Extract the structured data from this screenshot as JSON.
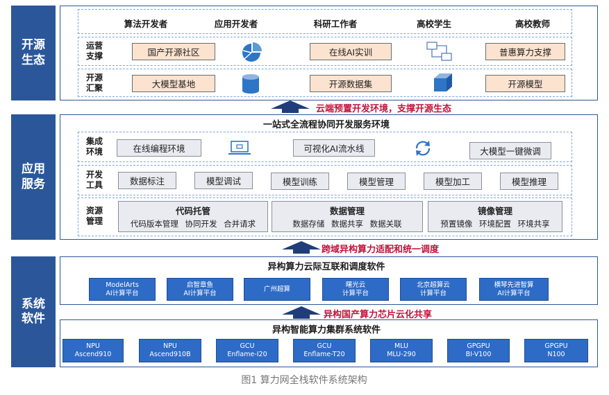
{
  "colors": {
    "layer": "#2b579a",
    "arrow": "#c0143c",
    "orange_box": "#fbe3cf",
    "gray_box": "#e9ebf0",
    "blue_box": "#2e6bc6"
  },
  "ecosystem": {
    "label": "开源\n生态",
    "users": [
      "算法开发者",
      "应用开发者",
      "科研工作者",
      "高校学生",
      "高校教师"
    ],
    "ops": {
      "title": "运营\n支撑",
      "items": [
        "国产开源社区",
        "在线AI实训",
        "普惠算力支撑"
      ],
      "icons": [
        "pie-chart-icon",
        "network-icon"
      ]
    },
    "gather": {
      "title": "开源\n汇聚",
      "items": [
        "大模型基地",
        "开源数据集",
        "开源模型"
      ],
      "icons": [
        "database-icon",
        "cube-icon"
      ]
    }
  },
  "arrow1": "云端预置开发环境，支撑开源生态",
  "app": {
    "label": "应用\n服务",
    "title": "一站式全流程协同开发服务环境",
    "integrated": {
      "title": "集成\n环境",
      "items": [
        "在线编程环境",
        "可视化AI流水线",
        "大模型一键微调"
      ],
      "icons": [
        "laptop-icon",
        "refresh-icon"
      ]
    },
    "tools": {
      "title": "开发\n工具",
      "items": [
        "数据标注",
        "模型调试",
        "模型训练",
        "模型管理",
        "模型加工",
        "模型推理"
      ]
    },
    "resources": {
      "title": "资源\n管理",
      "groups": [
        {
          "title": "代码托管",
          "items": "代码版本管理  协同开发  合并请求"
        },
        {
          "title": "数据管理",
          "items": "数据存储  数据共享  数据关联"
        },
        {
          "title": "镜像管理",
          "items": "预置镜像  环境配置  环境共享"
        }
      ]
    }
  },
  "arrow2": "跨域异构算力适配和统一调度",
  "system": {
    "label": "系统\n软件",
    "upper_title": "异构算力云际互联和调度软件",
    "platforms": [
      "ModelArts\nAI计算平台",
      "启智章鱼\nAI计算平台",
      "广州超算",
      "曙光云\n计算平台",
      "北京超算云\n计算平台",
      "横琴先进智算\nAI计算平台"
    ],
    "arrow3": "异构国产算力芯片云化共享",
    "lower_title": "异构智能算力集群系统软件",
    "chips": [
      "NPU\nAscend910",
      "NPU\nAscend910B",
      "GCU\nEnflame-I20",
      "GCU\nEnflame-T20",
      "MLU\nMLU-290",
      "GPGPU\nBI-V100",
      "GPGPU\nN100"
    ]
  },
  "caption": "图1 算力网全栈软件系统架构"
}
